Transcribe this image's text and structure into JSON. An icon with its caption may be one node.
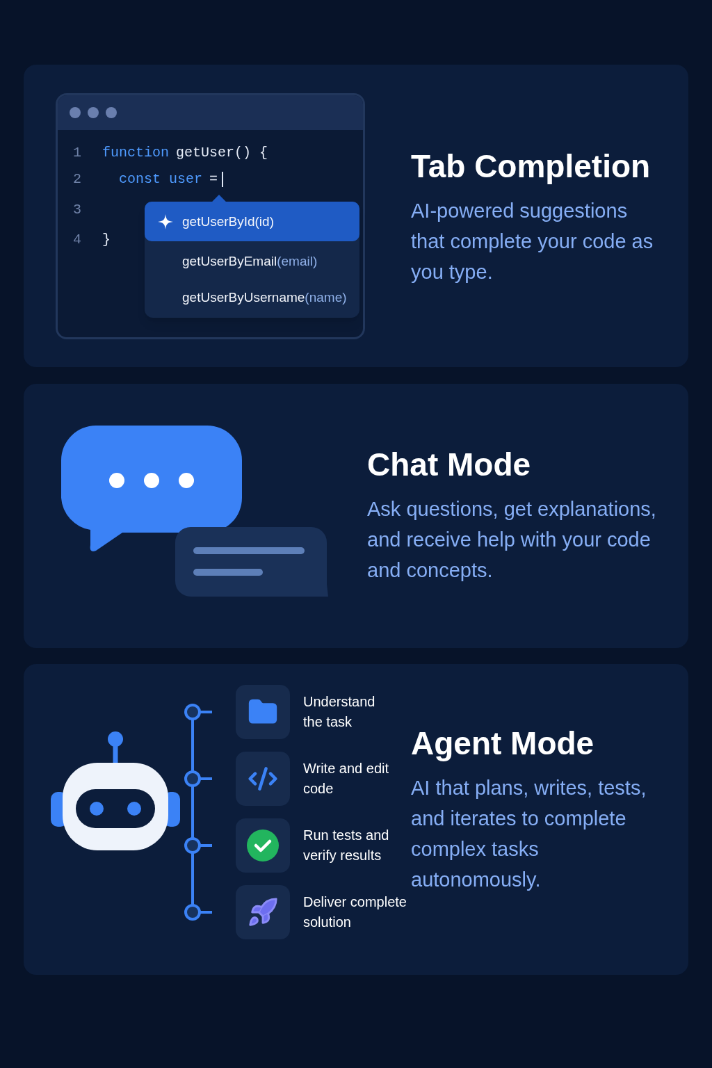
{
  "diagram": {
    "nodes": [
      {
        "text": [
          "Tab Completion",
          "AI-powered suggestions that complete your code as you type."
        ]
      },
      {
        "text": [
          "1",
          "function",
          "getUser() {",
          "2",
          "const user",
          "=",
          "3",
          "4",
          "}"
        ],
        "in": 0
      },
      {
        "text": [
          "getUserById(id)",
          "getUserByEmail",
          "(email)",
          "getUserByUsername",
          "(name)"
        ],
        "in": 1
      },
      {
        "text": [
          "Chat Mode",
          "Ask questions, get explanations, and receive help with your code and concepts."
        ]
      },
      {
        "text": [
          "Agent Mode",
          "AI that plans, writes, tests, and iterates to complete complex tasks autonomously."
        ]
      },
      {
        "text": [
          "Understand the task"
        ],
        "in": 4
      },
      {
        "text": [
          "Write and edit code"
        ],
        "in": 4
      },
      {
        "text": [
          "Run tests and verify results"
        ],
        "in": 4
      },
      {
        "text": [
          "Deliver complete solution"
        ],
        "in": 4
      }
    ],
    "edges": [
      {
        "from": 5,
        "to": 6,
        "arrow": "none"
      },
      {
        "from": 6,
        "to": 7,
        "arrow": "none"
      },
      {
        "from": 7,
        "to": 8,
        "arrow": "none"
      }
    ]
  }
}
